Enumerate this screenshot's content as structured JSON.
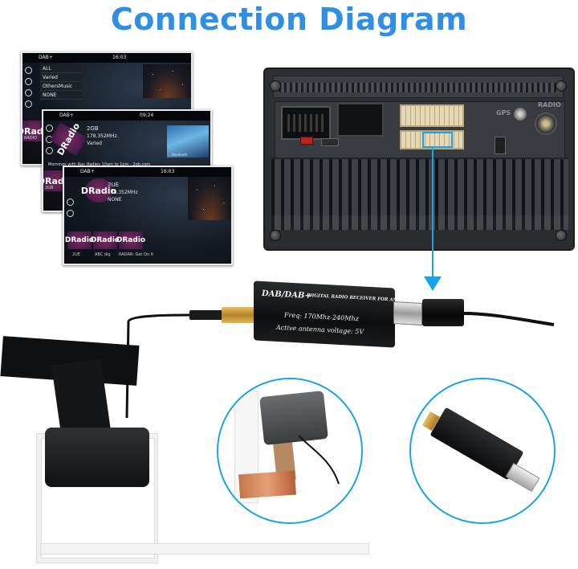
{
  "title": "Connection Diagram",
  "screen1": {
    "app": "DAB+",
    "time": "16:03",
    "menu": [
      "ALL",
      "Varied",
      "OthersMusic",
      "NONE"
    ],
    "logo": "DRadio",
    "caption": "RADIO"
  },
  "screen2": {
    "app": "DAB+",
    "time": "09:24",
    "station": "2GB",
    "freq": "178.352MHz",
    "genre": "Varied",
    "ticker": "Mornings with Ray Hadley 10am to 1pm - 2gb.com",
    "art_caption": "Bluetooth",
    "logo": "DRadio",
    "caption": "2GB"
  },
  "screen3": {
    "app": "DAB+",
    "time": "16:03",
    "station": "2UE",
    "freq": "178.352MHz",
    "genre": "NONE",
    "logo": "DRadio",
    "presets": [
      "DRadio",
      "DRadio",
      "DRadio"
    ],
    "preset_captions": [
      "2UE",
      "ABC dig",
      "RADAR: Get On It"
    ]
  },
  "head_unit": {
    "gps_label": "GPS",
    "radio_label": "RADIO"
  },
  "dongle": {
    "brand": "DAB/DAB+",
    "subtitle": "DIGITAL RADIO RECEIVER FOR ANDROID",
    "freq": "Freq: 170Mhz-240Mhz",
    "voltage": "Active antenna voltage: 5V"
  },
  "colors": {
    "accent": "#2f8fe4",
    "connector_highlight": "#1aa3e8"
  }
}
